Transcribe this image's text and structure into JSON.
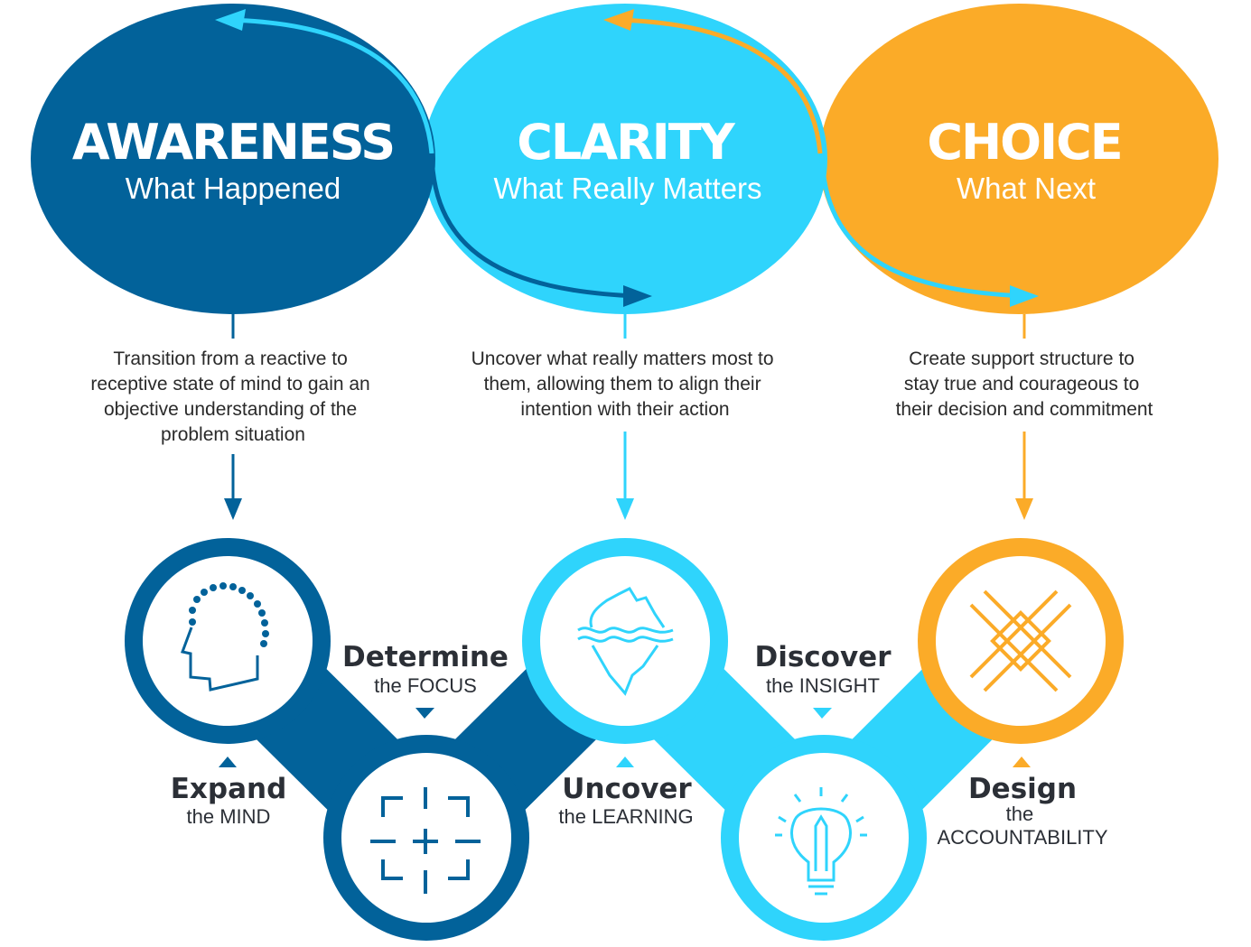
{
  "colors": {
    "dark_blue": "#02629a",
    "cyan": "#2fd4fc",
    "orange": "#fbab28"
  },
  "phases": [
    {
      "title": "AWARENESS",
      "subtitle": "What Happened",
      "description": [
        "Transition from a reactive to",
        "receptive state of mind to gain an",
        "objective understanding of the",
        "problem situation"
      ]
    },
    {
      "title": "CLARITY",
      "subtitle": "What Really Matters",
      "description": [
        "Uncover what really matters most to",
        "them, allowing them to align their",
        "intention with their action"
      ]
    },
    {
      "title": "CHOICE",
      "subtitle": "What Next",
      "description": [
        "Create support structure to",
        "stay true and courageous to",
        "their decision and commitment"
      ]
    }
  ],
  "steps": [
    {
      "title": "Expand",
      "subtitle": "the MIND",
      "icon": "head-icon"
    },
    {
      "title": "Determine",
      "subtitle": "the FOCUS",
      "icon": "focus-target-icon"
    },
    {
      "title": "Uncover",
      "subtitle": "the LEARNING",
      "icon": "iceberg-icon"
    },
    {
      "title": "Discover",
      "subtitle": "the INSIGHT",
      "icon": "lightbulb-icon"
    },
    {
      "title": "Design",
      "subtitle": [
        "the",
        "ACCOUNTABILITY"
      ],
      "icon": "handshake-icon"
    }
  ]
}
